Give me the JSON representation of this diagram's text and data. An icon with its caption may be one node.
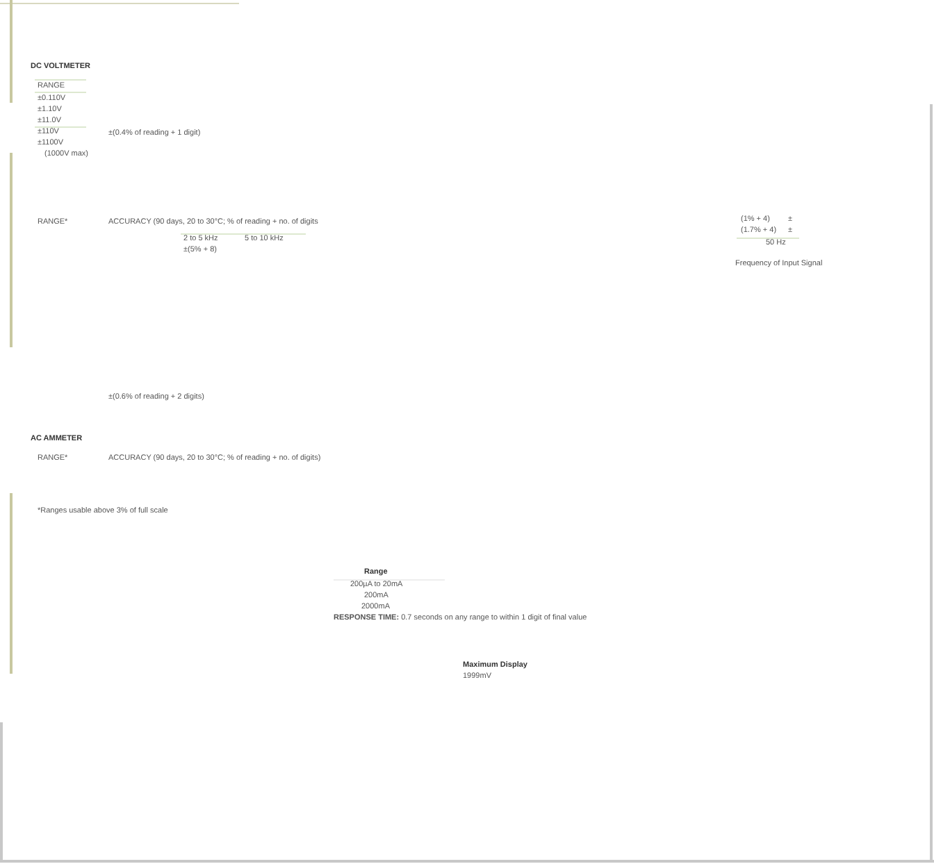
{
  "diagram": {
    "labels": [
      "DC VOLTMETER",
      "RANGE",
      "±0.110V",
      "±1.10V",
      "±11.0V",
      "±110V",
      "±1100V",
      "(1000V max)",
      "±(0.4% of reading + 1 digit)",
      "RANGE*",
      "ACCURACY (90 days, 20 to 30°C; % of reading + no. of digits",
      "2 to 5 kHz",
      "5 to 10 kHz",
      "±(5% + 8)",
      "(1% + 4)",
      "±",
      "(1.7% + 4)",
      "±",
      "50 Hz",
      "Frequency of Input Signal",
      "±(0.6% of reading + 2 digits)",
      "AC AMMETER",
      "RANGE*",
      "ACCURACY (90 days, 20 to 30°C; % of reading + no. of digits)",
      "*Ranges usable above 3% of full scale",
      "Range",
      "200µA to 20mA",
      "200mA",
      "2000mA",
      "**RESPONSE TIME:** 0.7 seconds on any range to within 1 digit of final value",
      "Maximum Display",
      "1999mV"
    ]
  }
}
